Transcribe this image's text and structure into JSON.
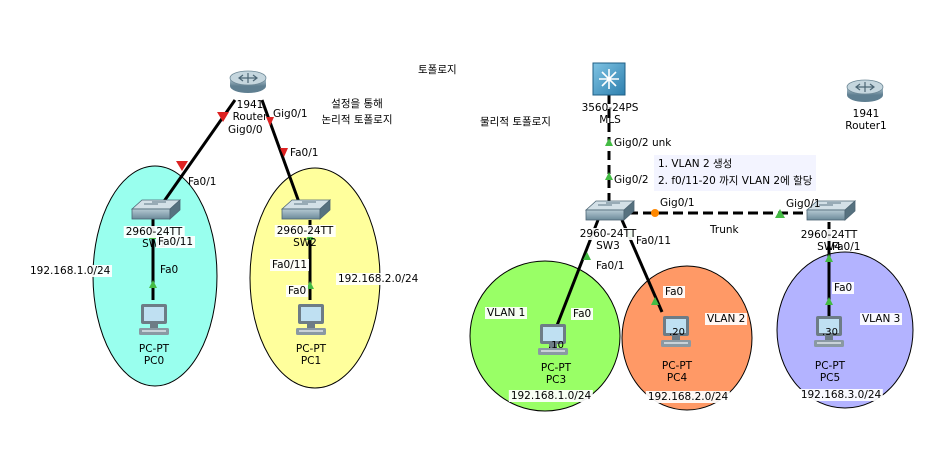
{
  "logical": {
    "title": "토폴로지",
    "note": [
      "설정을 통해",
      "논리적 토폴로지"
    ],
    "router": {
      "name": "Router",
      "model": "1941",
      "ifaces": [
        "Gig0/0",
        "Gig0/1"
      ]
    },
    "sw1": {
      "model": "2960-24TT",
      "name": "SW1",
      "ifaces": [
        "Fa0/1",
        "Fa0/11"
      ]
    },
    "sw2": {
      "model": "2960-24TT",
      "name": "SW2",
      "ifaces": [
        "Fa0/1",
        "Fa0/11"
      ]
    },
    "pc0": {
      "type": "PC-PT",
      "name": "PC0",
      "iface": "Fa0",
      "network": "192.168.1.0/24"
    },
    "pc1": {
      "type": "PC-PT",
      "name": "PC1",
      "iface": "Fa0",
      "network": "192.168.2.0/24"
    }
  },
  "physical": {
    "title": "물리적 토폴로지",
    "mls": {
      "model": "3560-24PS",
      "name": "MLS",
      "iface": "Gig0/2 unk"
    },
    "router1": {
      "model": "1941",
      "name": "Router1"
    },
    "note": [
      "1. VLAN 2 생성",
      "2. f0/11-20 까지 VLAN 2에 할당"
    ],
    "trunk": "Trunk",
    "sw3": {
      "model": "2960-24TT",
      "name": "SW3",
      "ifaces": [
        "Gig0/2",
        "Gig0/1",
        "Fa0/11",
        "Fa0/1"
      ]
    },
    "sw4": {
      "model": "2960-24TT",
      "name": "SW4",
      "ifaces": [
        "Gig0/1",
        "Fa0/1"
      ]
    },
    "pc3": {
      "type": "PC-PT",
      "name": "PC3",
      "iface": "Fa0",
      "ip": ".10",
      "vlan": "VLAN 1",
      "network": "192.168.1.0/24"
    },
    "pc4": {
      "type": "PC-PT",
      "name": "PC4",
      "iface": "Fa0",
      "ip": ".20",
      "vlan": "VLAN 2",
      "network": "192.168.2.0/24"
    },
    "pc5": {
      "type": "PC-PT",
      "name": "PC5",
      "iface": "Fa0",
      "ip": ".30",
      "vlan": "VLAN 3",
      "network": "192.168.3.0/24"
    }
  },
  "colors": {
    "cyan": "#99ffee",
    "yellow": "#ffff9c",
    "green": "#99ff66",
    "orange": "#ff9966",
    "lavender": "#b3b3ff",
    "link_up": "#44bb44",
    "link_down": "#dd2222",
    "blocked": "#ff8800"
  }
}
